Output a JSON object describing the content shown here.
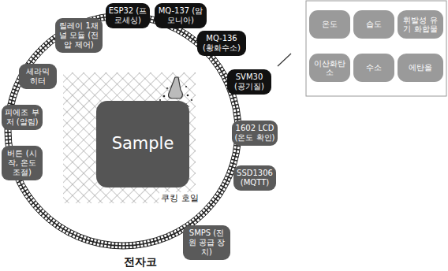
{
  "diagram": {
    "nodes": [
      {
        "text": [
          "ESP32 (프로세싱)"
        ]
      },
      {
        "text": [
          "MQ-137 (암모니아)"
        ]
      },
      {
        "text": [
          "MQ-136 (황화수소)"
        ]
      },
      {
        "text": [
          "SVM30 (공기질)"
        ]
      },
      {
        "text": [
          "1602 LCD (온도 확인)"
        ]
      },
      {
        "text": [
          "SSD1306 (MQTT)"
        ]
      },
      {
        "text": [
          "SMPS (전원 공급 장치)"
        ]
      },
      {
        "text": [
          "릴레이 1채널 모듈 (전압 제어)"
        ]
      },
      {
        "text": [
          "세라믹 히터"
        ]
      },
      {
        "text": [
          "피에조 부저 (알림)"
        ]
      },
      {
        "text": [
          "버튼 (시작, 온도 조절)"
        ]
      },
      {
        "text": [
          "Sample"
        ]
      },
      {
        "text": [
          "온도"
        ]
      },
      {
        "text": [
          "습도"
        ]
      },
      {
        "text": [
          "휘발성 유기 화합물"
        ]
      },
      {
        "text": [
          "이산화탄소"
        ]
      },
      {
        "text": [
          "수소"
        ]
      },
      {
        "text": [
          "에탄올"
        ]
      }
    ],
    "labels": [
      "쿠킹 호일",
      "전자코"
    ]
  }
}
